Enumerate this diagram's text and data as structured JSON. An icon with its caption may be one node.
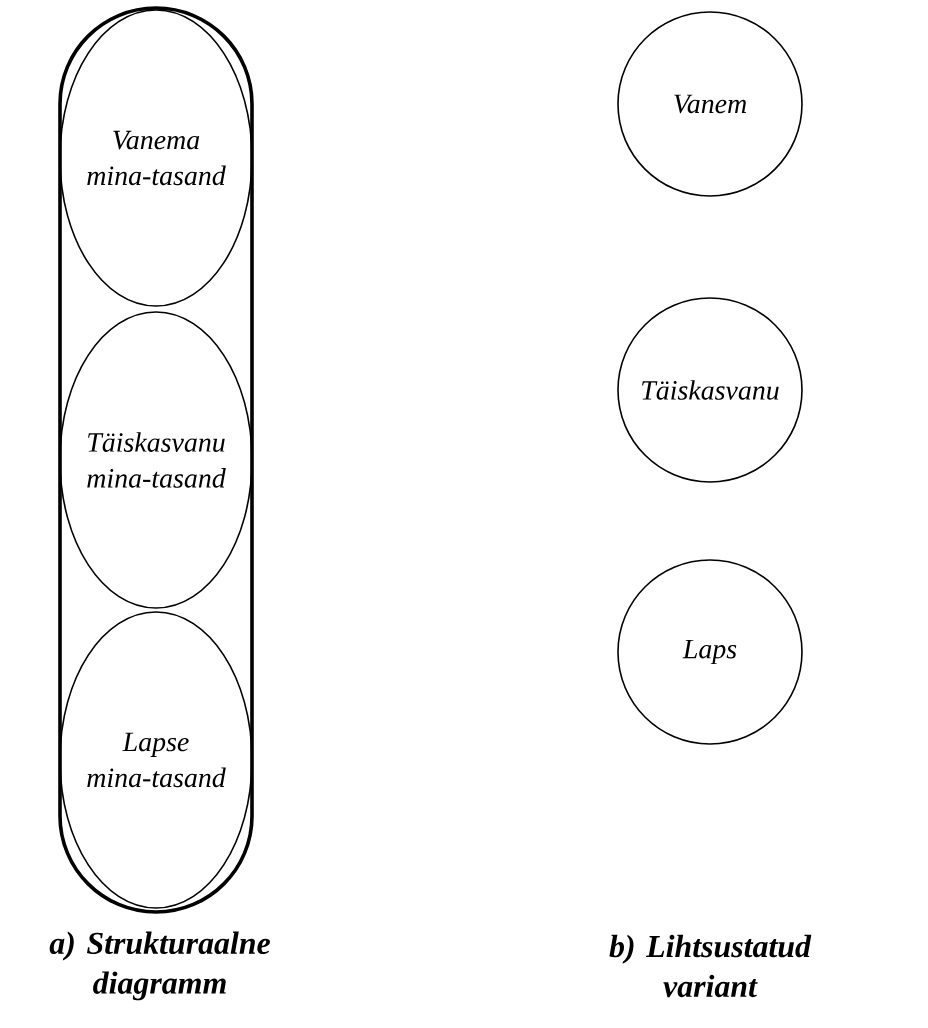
{
  "diagram": {
    "nodes": [
      {
        "text": [],
        "shape": "box"
      },
      {
        "text": [
          "Vanema mina-tasand"
        ],
        "in": 0
      },
      {
        "text": [
          "Täiskasvanu mina-tasand"
        ],
        "in": 0
      },
      {
        "text": [
          "Lapse mina-tasand"
        ],
        "in": 0
      },
      {
        "text": [
          "Vanem"
        ]
      },
      {
        "text": [
          "Täiskasvanu"
        ]
      },
      {
        "text": [
          "Laps"
        ]
      }
    ],
    "edges": [],
    "labels": [
      "a) Strukturaalne diagramm",
      "b) Lihtsustatud variant"
    ]
  }
}
